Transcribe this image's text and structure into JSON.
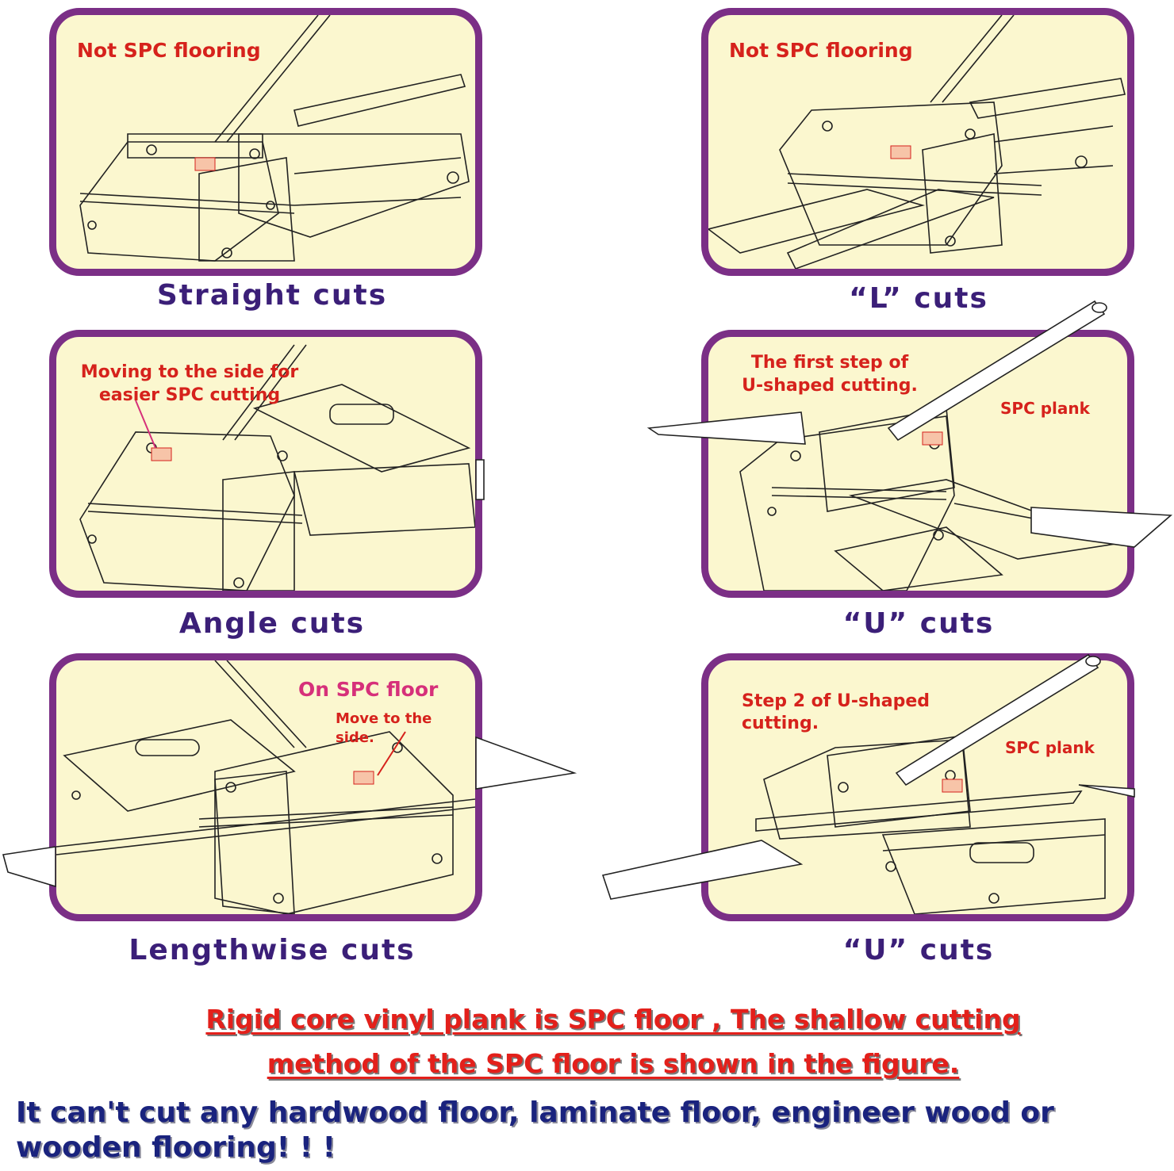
{
  "panels": {
    "straight": {
      "note": "Not SPC flooring",
      "caption": "Straight cuts"
    },
    "l_cut": {
      "note": "Not SPC flooring",
      "caption": "“L” cuts"
    },
    "angle": {
      "note": "Moving to the side for\neasier SPC cutting",
      "caption": "Angle cuts"
    },
    "u_step1": {
      "note": "The first step of\nU-shaped cutting.",
      "label": "SPC plank",
      "caption": "“U” cuts"
    },
    "lengthwise": {
      "note": "On SPC  floor",
      "subnote": "Move to the side.",
      "caption": "Lengthwise  cuts"
    },
    "u_step2": {
      "note": "Step 2 of U-shaped\ncutting.",
      "label": "SPC plank",
      "caption": "“U” cuts"
    }
  },
  "warning_red_line1": "Rigid core vinyl plank is SPC floor , The shallow cutting",
  "warning_red_line2": "method of the SPC floor is shown in the figure.",
  "warning_blue": "It can't cut any hardwood floor, laminate floor, engineer wood or  wooden  flooring!  !  !",
  "colors": {
    "frame": "#7b2f86",
    "panel_fill": "#fbf7cf",
    "note_red": "#d6221c",
    "note_pink": "#d6307a",
    "caption": "#3b1f78",
    "warning_blue": "#1a237e"
  }
}
